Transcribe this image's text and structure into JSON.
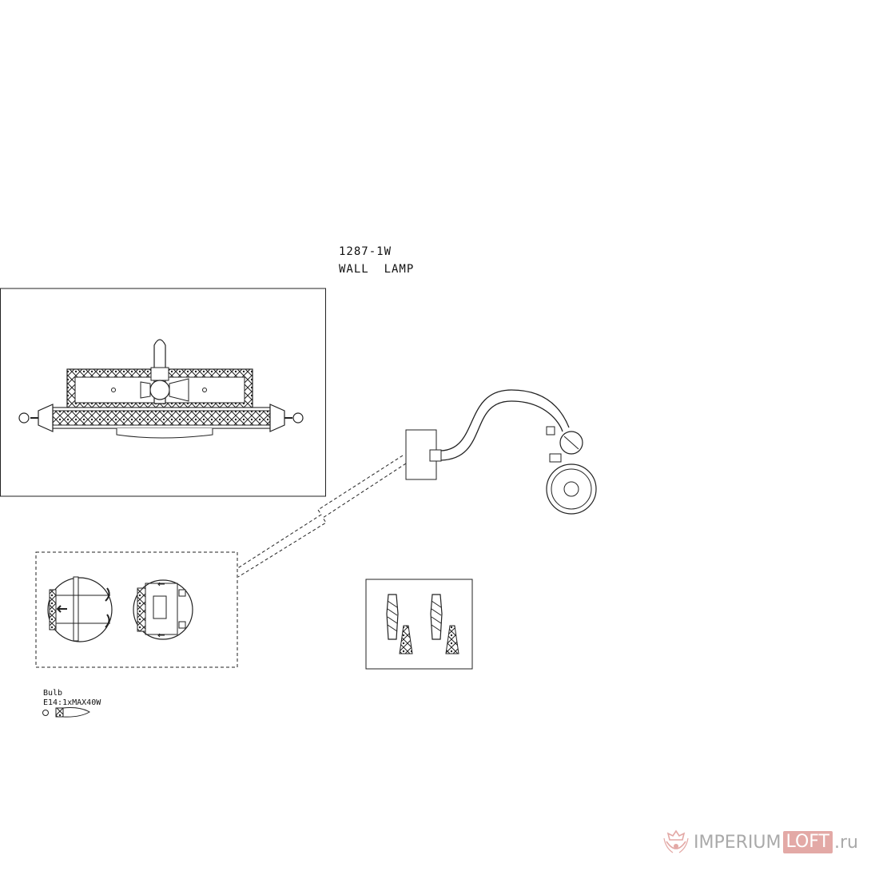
{
  "product": {
    "model": "1287-1W",
    "type": "WALL  LAMP"
  },
  "bulb": {
    "label": "Bulb",
    "spec": "E14:1xMAX40W"
  },
  "watermark": {
    "brand_left": "IMPERIUM",
    "brand_box": "LOFT",
    "tld": ".ru"
  },
  "colors": {
    "line": "#222222",
    "watermark_text": "#aaaaaa",
    "watermark_accent": "#e3a9a6"
  },
  "icons": [
    "crown-crest-icon",
    "screw-anchor-icon",
    "bulb-icon",
    "arrow-icon"
  ]
}
